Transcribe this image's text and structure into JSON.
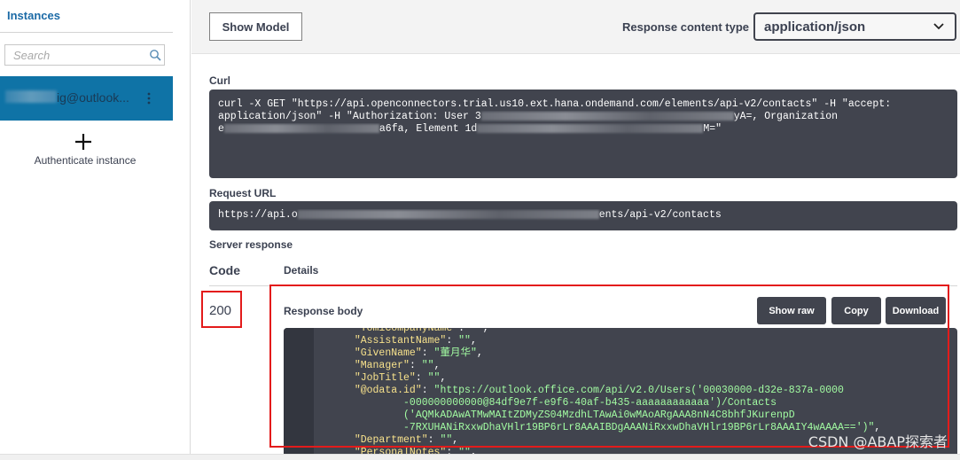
{
  "sidebar": {
    "title": "Instances",
    "search_placeholder": "Search",
    "instance_label": "ig@outlook...",
    "auth_label": "Authenticate instance"
  },
  "toolbar": {
    "show_model_label": "Show Model",
    "response_content_type_label": "Response content type",
    "response_content_type_value": "application/json"
  },
  "curl": {
    "label": "Curl",
    "line1": "curl -X GET \"https://api.openconnectors.trial.us10.ext.hana.ondemand.com/elements/api-v2/contacts\" -H \"accept:",
    "line2a": "application/json\" -H \"Authorization: User 3",
    "line2b": "yA=, Organization",
    "line3a": "e",
    "line3b": "a6fa, Element 1d",
    "line3c": "M=\""
  },
  "request_url": {
    "label": "Request URL",
    "part_a": "https://api.o",
    "part_b": "ents/api-v2/contacts"
  },
  "server_response": {
    "label": "Server response",
    "code_header": "Code",
    "details_header": "Details",
    "status_code": "200",
    "response_body_label": "Response body",
    "buttons": {
      "show_raw": "Show raw",
      "copy": "Copy",
      "download": "Download"
    },
    "json_lines": [
      {
        "indent": "  ",
        "key": "\"YomiCompanyName\"",
        "sep": ": ",
        "value": "\"\"",
        "end": ","
      },
      {
        "indent": "  ",
        "key": "\"AssistantName\"",
        "sep": ": ",
        "value": "\"\"",
        "end": ","
      },
      {
        "indent": "  ",
        "key": "\"GivenName\"",
        "sep": ": ",
        "value": "\"董月华\"",
        "end": ","
      },
      {
        "indent": "  ",
        "key": "\"Manager\"",
        "sep": ": ",
        "value": "\"\"",
        "end": ","
      },
      {
        "indent": "  ",
        "key": "\"JobTitle\"",
        "sep": ": ",
        "value": "\"\"",
        "end": ","
      },
      {
        "indent": "  ",
        "key": "\"@odata.id\"",
        "sep": ": ",
        "value": "\"https://outlook.office.com/api/v2.0/Users('00030000-d32e-837a-0000",
        "end": ""
      },
      {
        "indent": "          ",
        "key": "",
        "sep": "",
        "value": "-000000000000@84df9e7f-e9f6-40af-b435-aaaaaaaaaaaa')/Contacts",
        "end": ""
      },
      {
        "indent": "          ",
        "key": "",
        "sep": "",
        "value": "('AQMkADAwATMwMAItZDMyZS04MzdhLTAwAi0wMAoARgAAA8nN4C8bhfJKurenpD",
        "end": ""
      },
      {
        "indent": "          ",
        "key": "",
        "sep": "",
        "value": "-7RXUHANiRxxwDhaVHlr19BP6rLr8AAAIBDgAAANiRxxwDhaVHlr19BP6rLr8AAAIY4wAAAA==')\"",
        "end": ","
      },
      {
        "indent": "  ",
        "key": "\"Department\"",
        "sep": ": ",
        "value": "\"\"",
        "end": ","
      },
      {
        "indent": "  ",
        "key": "\"PersonalNotes\"",
        "sep": ": ",
        "value": "\"\"",
        "end": ","
      }
    ]
  },
  "watermark": "CSDN @ABAP探索者",
  "colors": {
    "accent_blue": "#0f73a6",
    "code_bg": "#41444e",
    "json_key": "#f8e28c",
    "json_value": "#a2fca2",
    "highlight": "#e31b1b"
  }
}
